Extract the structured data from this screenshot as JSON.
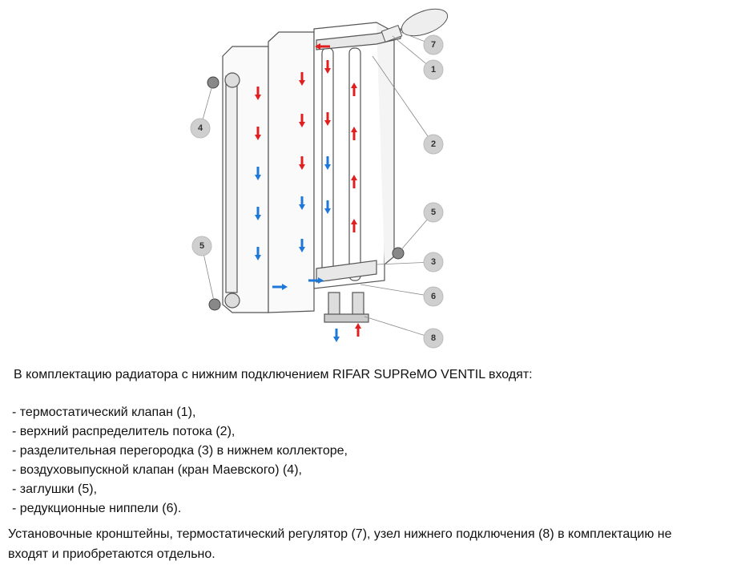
{
  "diagram": {
    "callouts": [
      "7",
      "1",
      "4",
      "2",
      "5",
      "5",
      "3",
      "6",
      "8"
    ],
    "colors": {
      "hot": "#e02020",
      "cold": "#1e78d8",
      "callout_fill": "#cfcfcf",
      "outline": "#555555"
    }
  },
  "text": {
    "intro": "В комплектацию радиатора с нижним подключением RIFAR SUPReMO VENTIL входят:",
    "items": [
      "- термостатический клапан (1),",
      "- верхний распределитель потока (2),",
      "- разделительная перегородка (3) в нижнем коллекторе,",
      "- воздуховыпускной клапан (кран Маевского) (4),",
      "- заглушки (5),",
      "- редукционные ниппели (6)."
    ],
    "note_line1": "Установочные кронштейны, термостатический регулятор (7), узел нижнего подключения (8) в комплектацию не",
    "note_line2": "входят и приобретаются отдельно."
  }
}
